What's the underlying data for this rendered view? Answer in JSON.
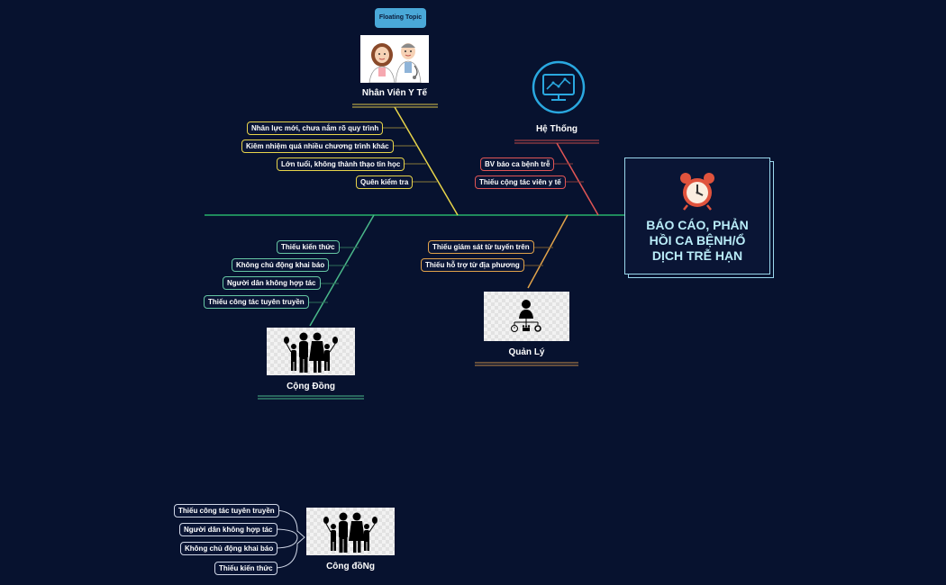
{
  "floating_topic": "Floating Topic",
  "head": {
    "title": "BÁO CÁO, PHẢN\nHỒI CA BỆNH/Ổ\nDỊCH TRỄ HẠN"
  },
  "categories": {
    "nhan_vien": {
      "label": "Nhân Viên Y Tế",
      "color": "#e7d44a",
      "causes": [
        "Nhân lực mới, chưa nắm rõ quy trình",
        "Kiêm nhiệm quá nhiều chương trình khác",
        "Lớn tuổi, không thành thạo tin học",
        "Quên kiểm tra"
      ]
    },
    "he_thong": {
      "label": "Hệ Thống",
      "color": "#e05555",
      "causes": [
        "BV báo ca bệnh trễ",
        "Thiếu cộng tác viên y tế"
      ]
    },
    "cong_dong": {
      "label": "Cộng Đồng",
      "color": "#66c7a4",
      "causes": [
        "Thiếu kiến thức",
        "Không chủ động khai báo",
        "Người dân không hợp tác",
        "Thiếu công tác tuyên truyền"
      ]
    },
    "quan_ly": {
      "label": "Quản Lý",
      "color": "#e0a24a",
      "causes": [
        "Thiếu giám sát từ tuyến trên",
        "Thiếu hỗ trợ từ địa phương"
      ]
    }
  },
  "floating_group": {
    "label": "Công đồNg",
    "causes": [
      "Thiếu công tác tuyên truyền",
      "Người dân không hợp tác",
      "Không chủ động khai báo",
      "Thiếu kiến thức"
    ]
  },
  "icons": {
    "nhan_vien": "doctors-illustration",
    "he_thong": "monitor-chart-icon",
    "head": "alarm-clock-icon",
    "cong_dong": "family-silhouette-icon",
    "quan_ly": "manager-org-icon",
    "floating_group": "family-silhouette-icon"
  },
  "colors": {
    "background": "#07122f",
    "spine": "#1f8a5c",
    "head_text": "#b9ecf8",
    "floating_topic_bg": "#4aa8d8"
  }
}
